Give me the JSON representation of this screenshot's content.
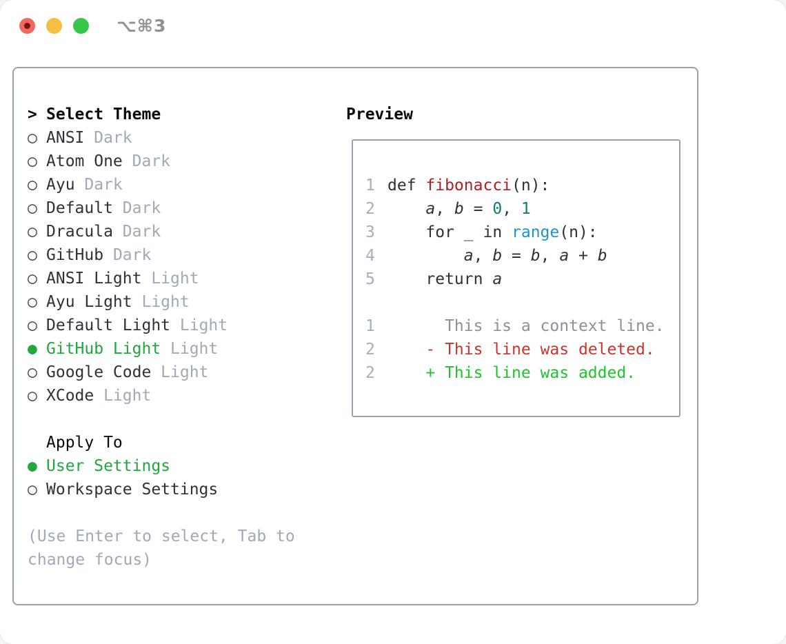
{
  "window": {
    "title": "⌥⌘3",
    "traffic_lights": [
      {
        "name": "close",
        "color": "#ee6a5e",
        "dot": "#7d120c"
      },
      {
        "name": "minimize",
        "color": "#f6be42"
      },
      {
        "name": "zoom",
        "color": "#34c74b"
      }
    ]
  },
  "markers": {
    "header": ">",
    "selected": "●",
    "unselected": "○"
  },
  "theme_panel": {
    "header": "Select Theme",
    "themes": [
      {
        "name": "ANSI",
        "variant": "Dark",
        "selected": false
      },
      {
        "name": "Atom One",
        "variant": "Dark",
        "selected": false
      },
      {
        "name": "Ayu",
        "variant": "Dark",
        "selected": false
      },
      {
        "name": "Default",
        "variant": "Dark",
        "selected": false
      },
      {
        "name": "Dracula",
        "variant": "Dark",
        "selected": false
      },
      {
        "name": "GitHub",
        "variant": "Dark",
        "selected": false
      },
      {
        "name": "ANSI Light",
        "variant": "Light",
        "selected": false
      },
      {
        "name": "Ayu Light",
        "variant": "Light",
        "selected": false
      },
      {
        "name": "Default Light",
        "variant": "Light",
        "selected": false
      },
      {
        "name": "GitHub Light",
        "variant": "Light",
        "selected": true
      },
      {
        "name": "Google Code",
        "variant": "Light",
        "selected": false
      },
      {
        "name": "XCode",
        "variant": "Light",
        "selected": false
      }
    ],
    "apply_to": {
      "header": "Apply To",
      "options": [
        {
          "label": "User Settings",
          "selected": true
        },
        {
          "label": "Workspace Settings",
          "selected": false
        }
      ]
    },
    "hint_lines": [
      "(Use Enter to select, Tab to",
      "change focus)"
    ]
  },
  "preview": {
    "header": "Preview",
    "lines": [
      {
        "n": "1",
        "tokens": [
          [
            "plain",
            "def "
          ],
          [
            "func",
            "fibonacci"
          ],
          [
            "plain",
            "(n):"
          ]
        ]
      },
      {
        "n": "2",
        "tokens": [
          [
            "plain",
            "    "
          ],
          [
            "var",
            "a"
          ],
          [
            "plain",
            ", "
          ],
          [
            "var",
            "b"
          ],
          [
            "plain",
            " = "
          ],
          [
            "num",
            "0"
          ],
          [
            "plain",
            ", "
          ],
          [
            "num",
            "1"
          ]
        ]
      },
      {
        "n": "3",
        "tokens": [
          [
            "plain",
            "    for _ in "
          ],
          [
            "call",
            "range"
          ],
          [
            "plain",
            "(n):"
          ]
        ]
      },
      {
        "n": "4",
        "tokens": [
          [
            "plain",
            "        "
          ],
          [
            "var",
            "a"
          ],
          [
            "plain",
            ", "
          ],
          [
            "var",
            "b"
          ],
          [
            "plain",
            " = "
          ],
          [
            "var",
            "b"
          ],
          [
            "plain",
            ", "
          ],
          [
            "var",
            "a"
          ],
          [
            "plain",
            " + "
          ],
          [
            "var",
            "b"
          ]
        ]
      },
      {
        "n": "5",
        "tokens": [
          [
            "plain",
            "    return "
          ],
          [
            "var",
            "a"
          ]
        ]
      },
      {
        "n": "",
        "tokens": []
      },
      {
        "n": "1",
        "tokens": [
          [
            "context",
            "      This is a context line."
          ]
        ]
      },
      {
        "n": "2",
        "tokens": [
          [
            "deleted",
            "    - This line was deleted."
          ]
        ]
      },
      {
        "n": "2",
        "tokens": [
          [
            "added",
            "    + This line was added."
          ]
        ]
      }
    ]
  },
  "colors": {
    "plain": "#2d3239",
    "func": "#b01f24",
    "call": "#1b95d1",
    "num": "#0d7d73",
    "var": "#2d3239",
    "context": "#8b9199",
    "deleted": "#cc342b",
    "added": "#1ec42e",
    "selected_green": "#22a63d",
    "theme_text": "#2d3239",
    "muted": "#a0a9b6",
    "ring": "#3a4047",
    "line_number": "#a4afbc",
    "border": "#99a1ab"
  }
}
